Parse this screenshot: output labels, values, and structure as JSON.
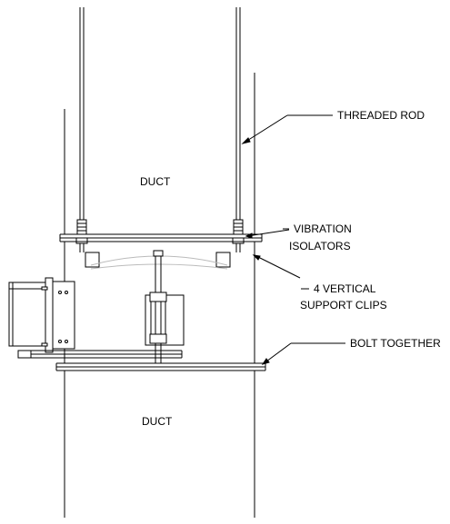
{
  "labels": {
    "duct_upper": "DUCT",
    "duct_lower": "DUCT",
    "threaded_rod": "THREADED ROD",
    "vibration_line1": "VIBRATION",
    "vibration_line2": "ISOLATORS",
    "clips_line1": "4 VERTICAL",
    "clips_line2": "SUPPORT CLIPS",
    "bolt_together": "BOLT TOGETHER"
  },
  "colors": {
    "line": "#000000",
    "background": "#ffffff"
  }
}
